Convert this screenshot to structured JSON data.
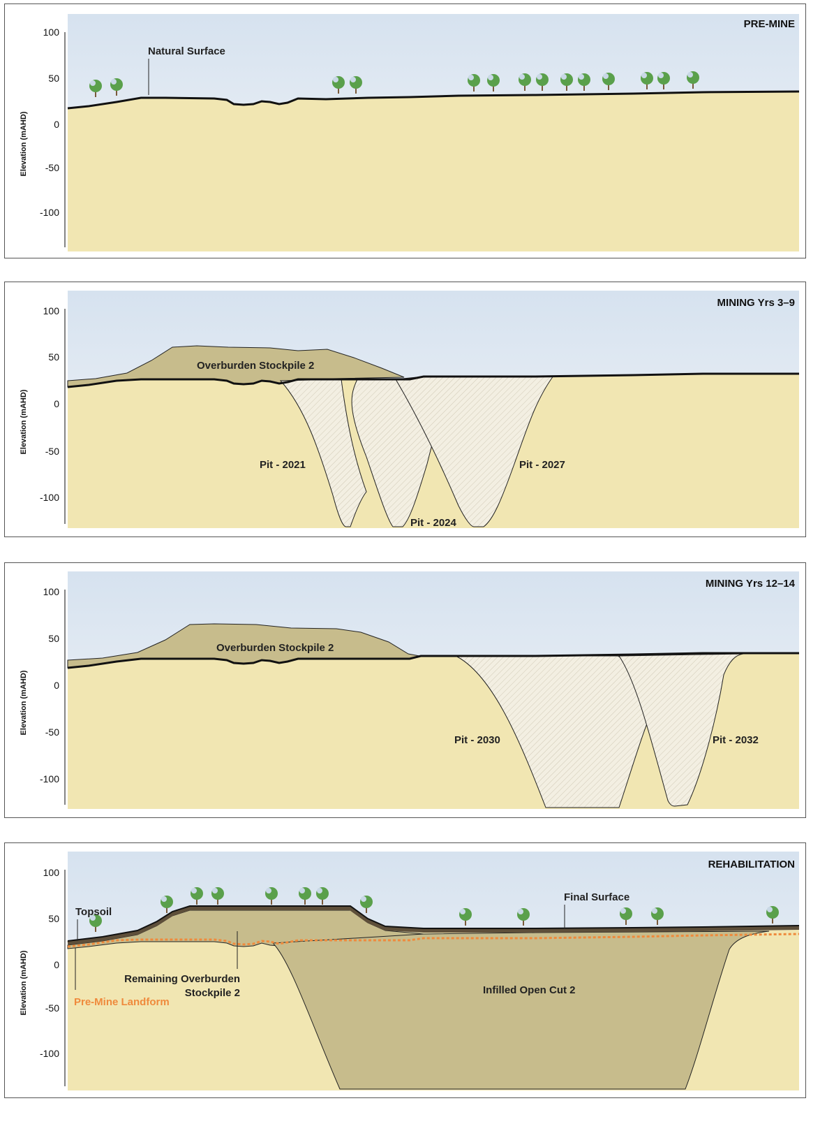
{
  "axis": {
    "ylabel": "Elevation (mAHD)",
    "ticks": [
      "100",
      "50",
      "0",
      "-50",
      "-100"
    ]
  },
  "panels": [
    {
      "title": "PRE-MINE",
      "labels": {
        "natural_surface": "Natural Surface"
      }
    },
    {
      "title": "MINING Yrs 3–9",
      "labels": {
        "stockpile": "Overburden Stockpile 2",
        "pit_2021": "Pit - 2021",
        "pit_2024": "Pit - 2024",
        "pit_2027": "Pit - 2027"
      }
    },
    {
      "title": "MINING Yrs 12–14",
      "labels": {
        "stockpile": "Overburden Stockpile 2",
        "pit_2030": "Pit - 2030",
        "pit_2032": "Pit - 2032"
      }
    },
    {
      "title": "REHABILITATION",
      "labels": {
        "topsoil": "Topsoil",
        "final_surface": "Final Surface",
        "remaining_1": "Remaining Overburden",
        "remaining_2": "Stockpile 2",
        "infilled": "Infilled Open Cut 2",
        "premine_landform": "Pre-Mine Landform"
      }
    }
  ],
  "colors": {
    "sky_top": "#d6e2ef",
    "sky_bottom": "#f2f5f8",
    "ground": "#f1e6b2",
    "overburden": "#c7bc8c",
    "surface_line": "#111111",
    "pit_fill": "#f3efe2",
    "premine_line": "#ef8a3c",
    "tree_green": "#5aa04b",
    "topsoil": "#5e4f3a"
  }
}
